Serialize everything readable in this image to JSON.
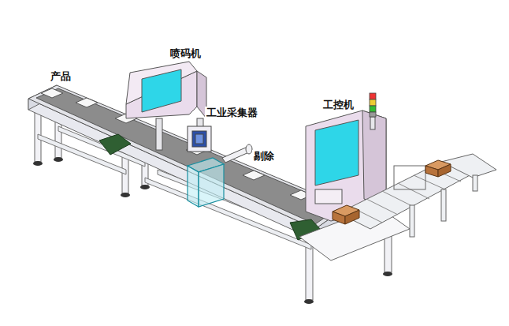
{
  "diagram": {
    "labels": [
      "产品",
      "喷码机",
      "工业采集器",
      "剔除",
      "工控机"
    ]
  }
}
